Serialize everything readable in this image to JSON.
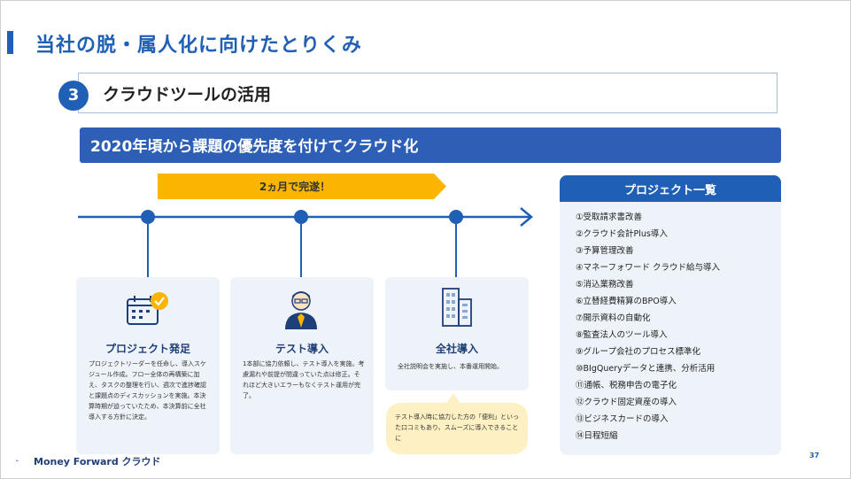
{
  "page": {
    "title": "当社の脱・属人化に向けたとりくみ",
    "page_number": "37"
  },
  "section": {
    "number": "3",
    "title": "クラウドツールの活用"
  },
  "banner": {
    "text": "2020年頃から課題の優先度を付けてクラウド化"
  },
  "timeline": {
    "duration_label": "2ヵ月で完遂！",
    "accent_color": "#1f5fb5",
    "arrow_color": "#f9b500"
  },
  "phases": [
    {
      "title": "プロジェクト発足",
      "icon": "calendar-check-icon",
      "body": "プロジェクトリーダーを任命し、導入スケジュール作成。フロー全体の再構築に加え、タスクの整理を行い、週次で進捗確認と課題点のディスカッションを実施。本決算時期が迫っていたため、本決算前に全社導入する方針に決定。"
    },
    {
      "title": "テスト導入",
      "icon": "person-icon",
      "body": "1本部に協力依頼し、テスト導入を実施。考慮漏れや前提が間違っていた点は修正。それほど大きいエラーもなくテスト運用が完了。"
    },
    {
      "title": "全社導入",
      "icon": "building-icon",
      "body": "全社説明会を実施し、本番運用開始。"
    }
  ],
  "callout": {
    "text": "テスト導入時に協力した方の「便利」といった口コミもあり、スムーズに導入できることに"
  },
  "project_list": {
    "heading": "プロジェクト一覧",
    "items": [
      "①受取請求書改善",
      "②クラウド会計Plus導入",
      "③予算管理改善",
      "④マネーフォワード クラウド給与導入",
      "⑤消込業務改善",
      "⑥立替経費精算のBPO導入",
      "⑦開示資料の自動化",
      "⑧監査法人のツール導入",
      "⑨グループ会社のプロセス標準化",
      "⑩BIgQueryデータと連携、分析活用",
      "⑪通帳、税務申告の電子化",
      "⑫クラウド固定資産の導入",
      "⑬ビジネスカードの導入",
      "⑭日程短縮"
    ]
  },
  "footer": {
    "logo_text": "Money Forward クラウド"
  }
}
